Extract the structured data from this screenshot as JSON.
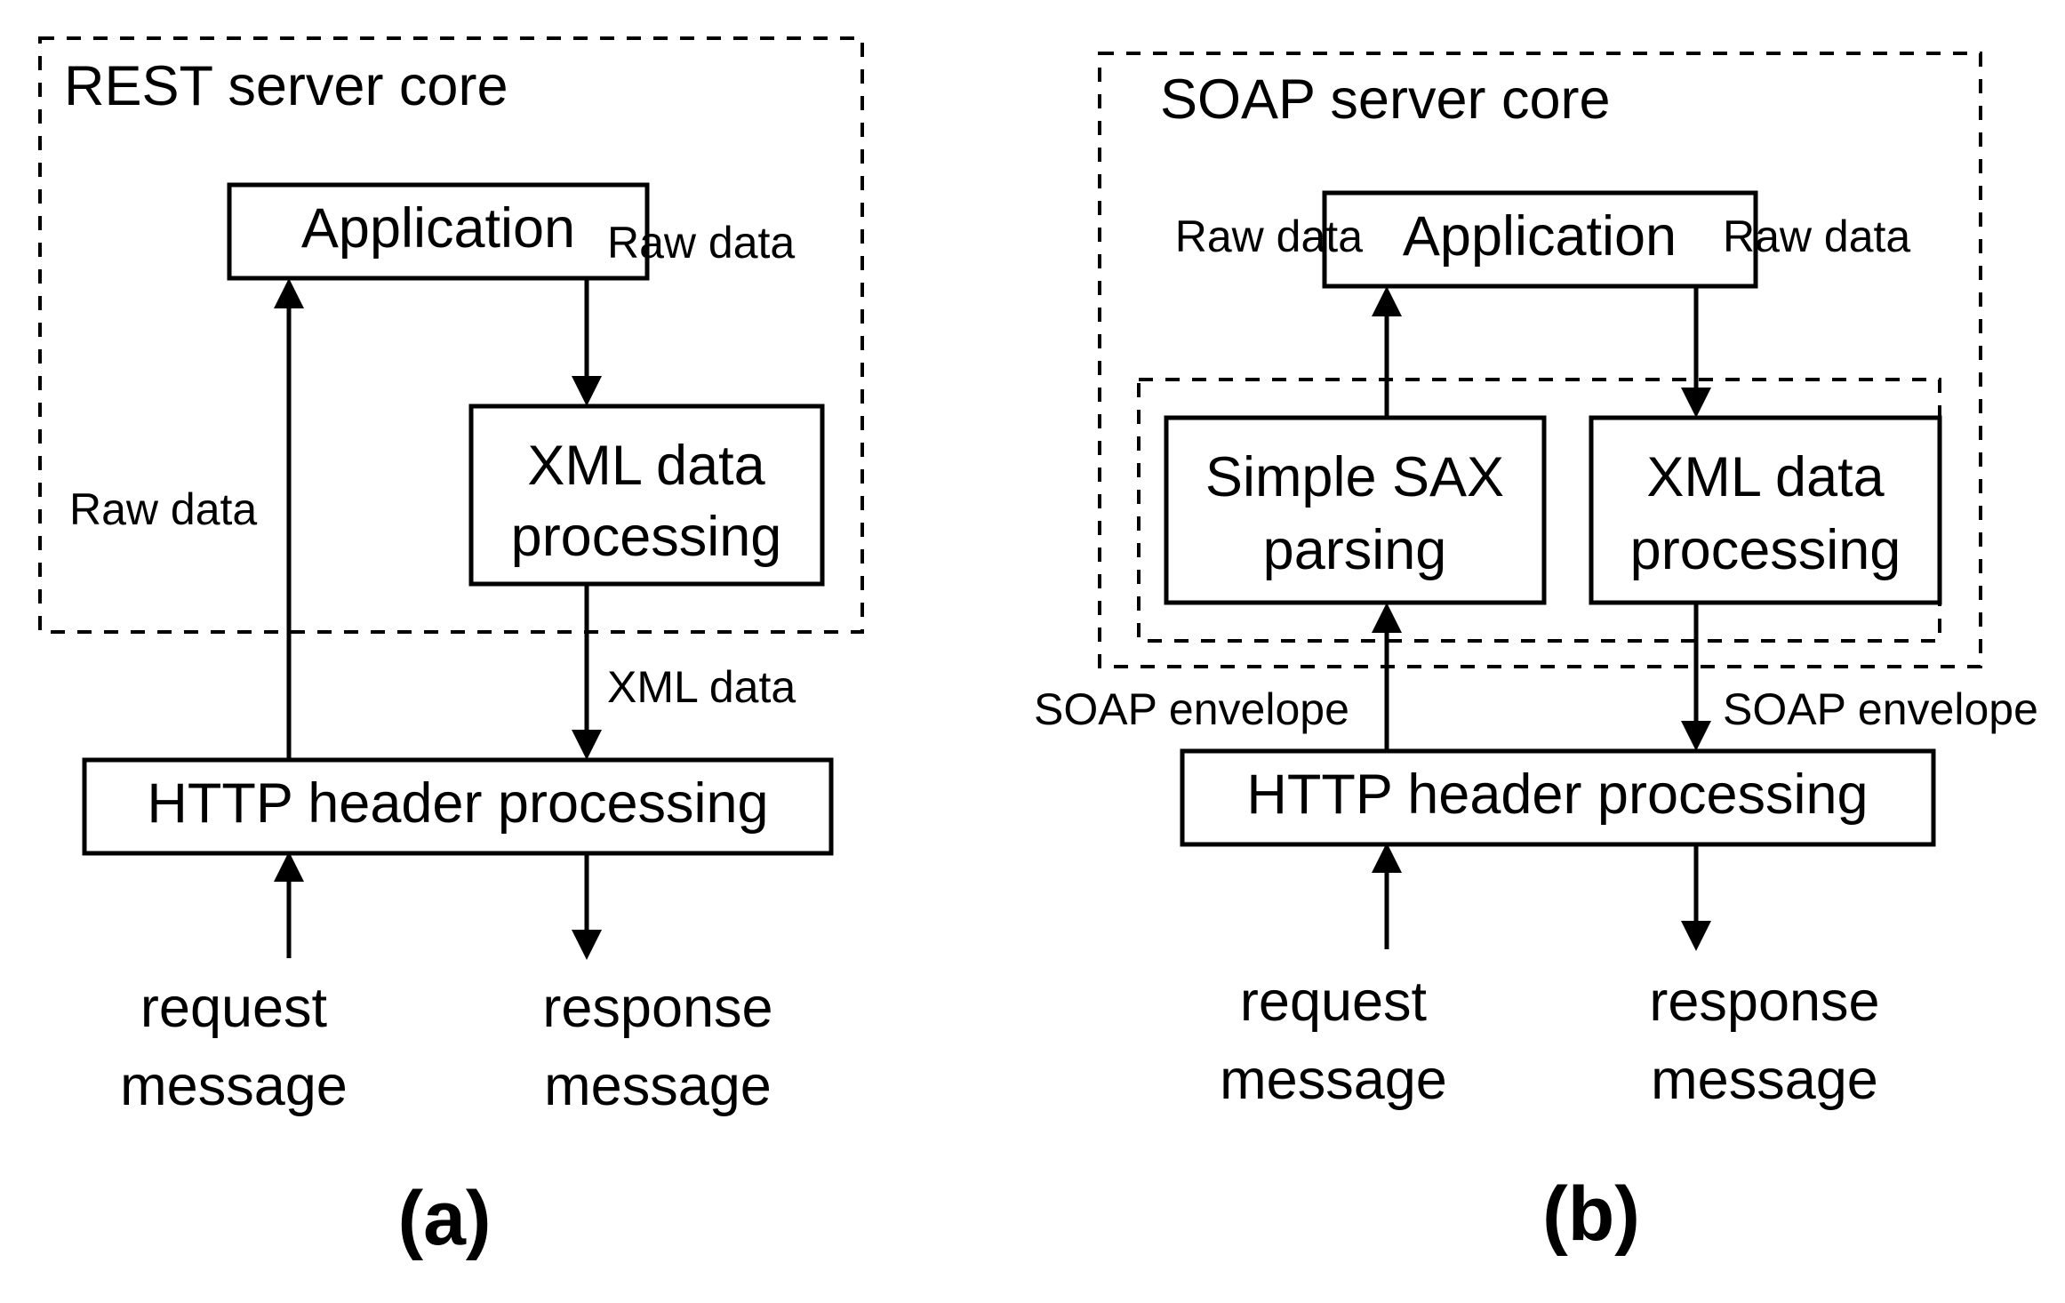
{
  "figure": {
    "panels": [
      {
        "id": "panel-a",
        "caption": "(a)",
        "region_label": "REST server core",
        "boxes": [
          {
            "id": "application",
            "label": "Application"
          },
          {
            "id": "xml-data-processing",
            "label_line1": "XML data",
            "label_line2": "processing"
          },
          {
            "id": "http-header-processing",
            "label": "HTTP header processing"
          }
        ],
        "edge_labels": [
          {
            "id": "app-to-xml",
            "text": "Raw data"
          },
          {
            "id": "http-to-app",
            "text": "Raw data"
          },
          {
            "id": "xml-to-http",
            "text": "XML data"
          }
        ],
        "terminals": [
          {
            "id": "request",
            "line1": "request",
            "line2": "message"
          },
          {
            "id": "response",
            "line1": "response",
            "line2": "message"
          }
        ]
      },
      {
        "id": "panel-b",
        "caption": "(b)",
        "region_label": "SOAP server core",
        "boxes": [
          {
            "id": "application",
            "label": "Application"
          },
          {
            "id": "simple-sax-parsing",
            "label_line1": "Simple SAX",
            "label_line2": "parsing"
          },
          {
            "id": "xml-data-processing",
            "label_line1": "XML data",
            "label_line2": "processing"
          },
          {
            "id": "http-header-processing",
            "label": "HTTP header processing"
          }
        ],
        "edge_labels": [
          {
            "id": "sax-to-app",
            "text": "Raw data"
          },
          {
            "id": "app-to-xml",
            "text": "Raw data"
          },
          {
            "id": "http-to-sax",
            "text": "SOAP envelope"
          },
          {
            "id": "xml-to-http",
            "text": "SOAP envelope"
          }
        ],
        "terminals": [
          {
            "id": "request",
            "line1": "request",
            "line2": "message"
          },
          {
            "id": "response",
            "line1": "response",
            "line2": "message"
          }
        ]
      }
    ],
    "colors": {
      "stroke": "#000000",
      "background": "#ffffff",
      "text": "#000000"
    }
  }
}
